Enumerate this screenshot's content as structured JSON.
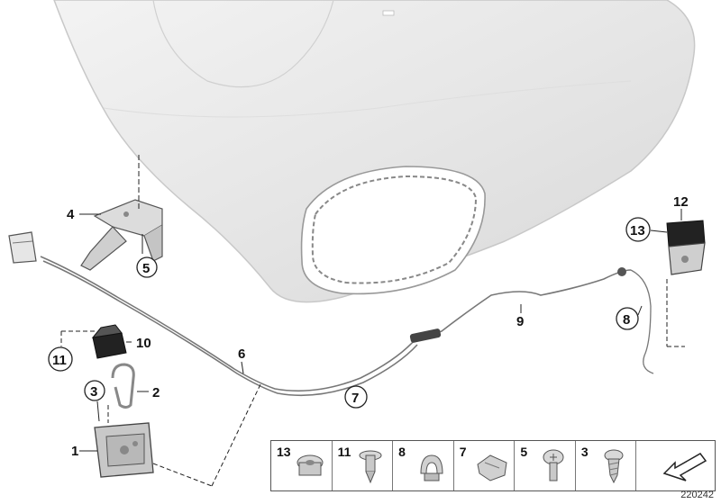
{
  "callouts": {
    "c1": "1",
    "c2": "2",
    "c3": "3",
    "c4": "4",
    "c5": "5",
    "c6": "6",
    "c7": "7",
    "c8": "8",
    "c9": "9",
    "c10": "10",
    "c11": "11",
    "c12": "12",
    "c13": "13"
  },
  "legend": {
    "items": [
      {
        "number": "13",
        "icon": "nut-icon"
      },
      {
        "number": "11",
        "icon": "expanding-rivet-icon"
      },
      {
        "number": "8",
        "icon": "cable-clip-icon"
      },
      {
        "number": "7",
        "icon": "bracket-clip-icon"
      },
      {
        "number": "5",
        "icon": "screw-icon"
      },
      {
        "number": "3",
        "icon": "self-tapping-screw-icon"
      }
    ],
    "last_icon": "arrow-icon"
  },
  "reference_number": "220242"
}
